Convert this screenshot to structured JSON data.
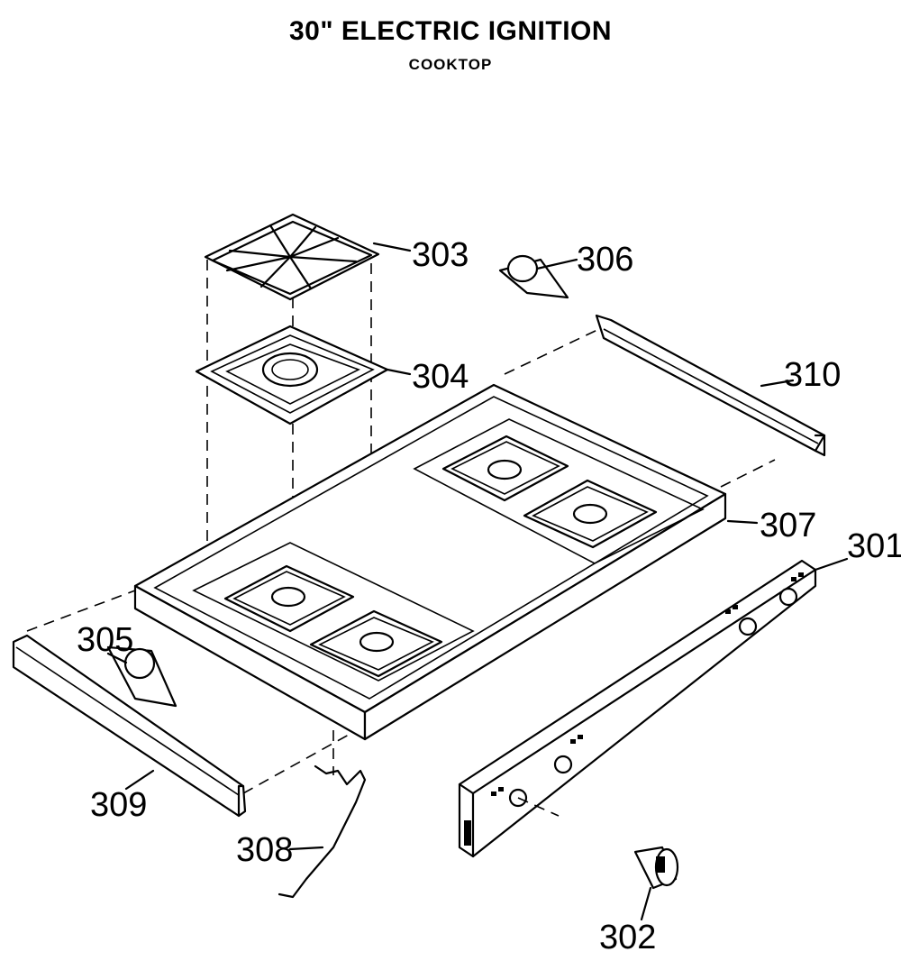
{
  "title": "30\" ELECTRIC IGNITION",
  "subtitle": "COOKTOP",
  "parts": {
    "p301": "301",
    "p302": "302",
    "p303": "303",
    "p304": "304",
    "p305": "305",
    "p306": "306",
    "p307": "307",
    "p308": "308",
    "p309": "309",
    "p310": "310"
  }
}
